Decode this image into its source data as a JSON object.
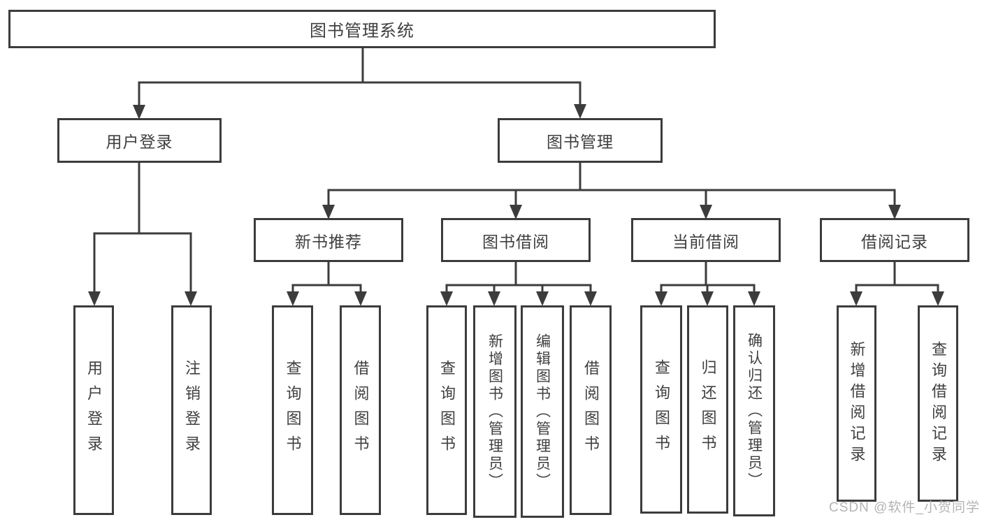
{
  "title": "图书管理系统",
  "colors": {
    "line": "#3c3c3c",
    "box_border": "#3c3c3c",
    "text": "#3f3f3f",
    "background": "#ffffff",
    "watermark": "#b4b4b4"
  },
  "nodes": {
    "root": "图书管理系统",
    "user_login": "用户登录",
    "book_mgmt": "图书管理",
    "new_book_rec": "新书推荐",
    "book_borrow": "图书借阅",
    "current_borrow": "当前借阅",
    "borrow_record": "借阅记录",
    "login": "用户登录",
    "logout": "注销登录",
    "rec_query_book": "查询图书",
    "rec_borrow_book": "借阅图书",
    "bb_query_book": "查询图书",
    "bb_add_book": "新增图书（管理员）",
    "bb_edit_book": "编辑图书（管理员）",
    "bb_borrow_book": "借阅图书",
    "cb_query_book": "查询图书",
    "cb_return_book": "归还图书",
    "cb_confirm_return": "确认归还（管理员）",
    "br_add_record": "新增借阅记录",
    "br_query_record": "查询借阅记录"
  },
  "hierarchy": {
    "图书管理系统": [
      "用户登录",
      "图书管理"
    ],
    "用户登录": [
      "用户登录",
      "注销登录"
    ],
    "图书管理": [
      "新书推荐",
      "图书借阅",
      "当前借阅",
      "借阅记录"
    ],
    "新书推荐": [
      "查询图书",
      "借阅图书"
    ],
    "图书借阅": [
      "查询图书",
      "新增图书（管理员）",
      "编辑图书（管理员）",
      "借阅图书"
    ],
    "当前借阅": [
      "查询图书",
      "归还图书",
      "确认归还（管理员）"
    ],
    "借阅记录": [
      "新增借阅记录",
      "查询借阅记录"
    ]
  },
  "watermark": "CSDN @软件_小贺同学"
}
